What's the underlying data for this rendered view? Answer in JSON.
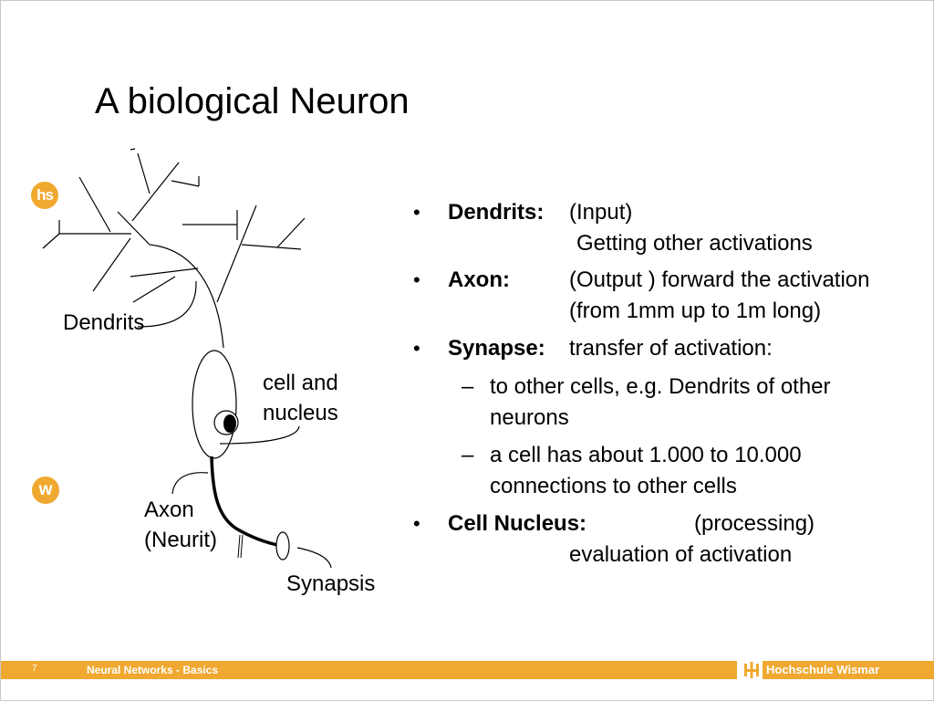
{
  "slide": {
    "title": "A biological Neuron",
    "number": "7",
    "footer_title": "Neural Networks - Basics",
    "brand": "Hochschule Wismar",
    "logo_top": "hs",
    "logo_bottom": "w",
    "accent_color": "#f0a830"
  },
  "diagram": {
    "labels": {
      "dendrits": "Dendrits",
      "cell_line1": "cell and",
      "cell_line2": "nucleus",
      "axon_line1": "Axon",
      "axon_line2": "(Neurit)",
      "synapsis": "Synapsis"
    }
  },
  "bullets": {
    "dendrits": {
      "term": "Dendrits:",
      "line1": "(Input)",
      "line2": "Getting other activations"
    },
    "axon": {
      "term": "Axon:",
      "line1": "(Output ) forward the activation",
      "line2": "(from 1mm up to 1m long)"
    },
    "synapse": {
      "term": "Synapse:",
      "line1": "transfer of activation:",
      "sub": [
        {
          "marker": "–",
          "line1": "to other cells, e.g. Dendrits of other",
          "line2": "neurons"
        },
        {
          "marker": "–",
          "line1": "a cell has about 1.000 to 10.000",
          "line2": "connections to other cells"
        }
      ]
    },
    "nucleus": {
      "term": "Cell Nucleus:",
      "line1": "(processing)",
      "line2": "evaluation of activation"
    },
    "marker": "•"
  }
}
